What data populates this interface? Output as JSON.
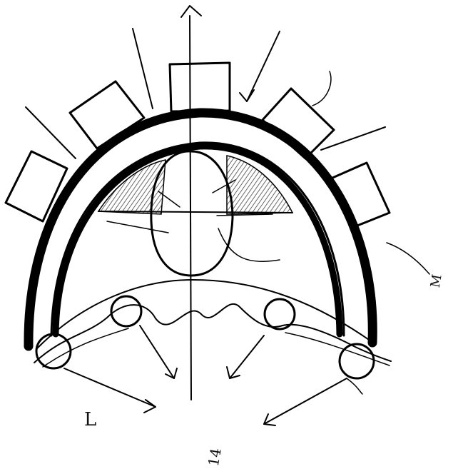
{
  "labels": {
    "bottom_left": "L",
    "bottom_center": "14",
    "right_margin": "M"
  },
  "colors": {
    "ink": "#000000",
    "paper": "#ffffff",
    "hatch": "#444444"
  }
}
